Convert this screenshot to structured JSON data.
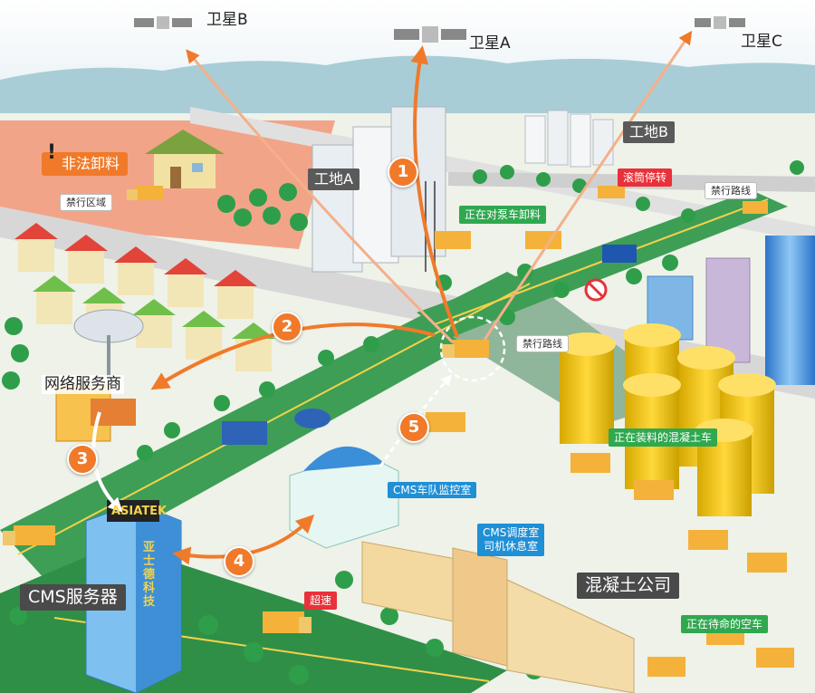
{
  "labels": {
    "satellite_b": "卫星B",
    "satellite_a": "卫星A",
    "satellite_c": "卫星C",
    "site_a": "工地A",
    "site_b": "工地B",
    "illegal_dump": "非法卸料",
    "restricted_zone": "禁行区域",
    "unloading_pump": "正在对泵车卸料",
    "drum_stopped": "滚筒停转",
    "restricted_route": "禁行路线",
    "restricted_route_2": "禁行路线",
    "network_provider": "网络服务商",
    "loading_mixer": "正在装料的混凝土车",
    "cms_monitor_room": "CMS车队监控室",
    "cms_dispatch": "CMS调度室",
    "driver_lounge": "司机休息室",
    "concrete_company": "混凝土公司",
    "cms_server": "CMS服务器",
    "speeding": "超速",
    "standby_trucks": "正在待命的空车"
  },
  "steps": [
    "1",
    "2",
    "3",
    "4",
    "5"
  ],
  "building_signs": {
    "asiatek": "ASIATEK",
    "vertical": "亚士德科技"
  },
  "colors": {
    "accent_orange": "#f07a2a",
    "tag_green": "#2fa84f",
    "tag_blue": "#1f8fd6",
    "tag_red": "#e8313a",
    "road_green": "#3e9e55",
    "restricted_pink": "#f2a488"
  }
}
